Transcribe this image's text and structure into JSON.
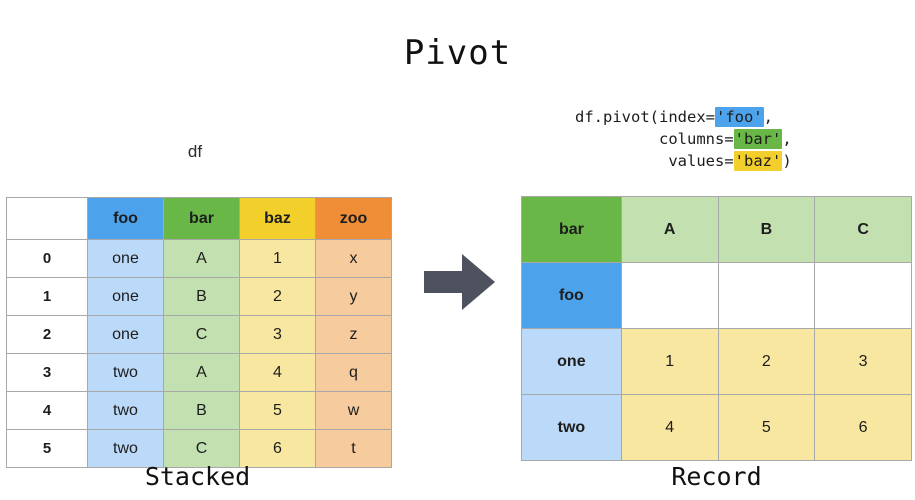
{
  "title": "Pivot",
  "df_label": "df",
  "code": {
    "line1_prefix": "df.pivot(index=",
    "line1_arg": "'foo'",
    "line1_suffix": ",",
    "line2_indent": "         ",
    "line2_prefix": "columns=",
    "line2_arg": "'bar'",
    "line2_suffix": ",",
    "line3_indent": "          ",
    "line3_prefix": "values=",
    "line3_arg": "'baz'",
    "line3_suffix": ")",
    "highlight_foo": "#4da2ec",
    "highlight_bar": "#68b747",
    "highlight_baz": "#f2cf2a"
  },
  "arrow": {
    "name": "right-arrow",
    "color": "#4d525e"
  },
  "stacked": {
    "caption": "Stacked",
    "corner_label": "",
    "columns": [
      "foo",
      "bar",
      "baz",
      "zoo"
    ],
    "index": [
      "0",
      "1",
      "2",
      "3",
      "4",
      "5"
    ],
    "rows": [
      [
        "one",
        "A",
        "1",
        "x"
      ],
      [
        "one",
        "B",
        "2",
        "y"
      ],
      [
        "one",
        "C",
        "3",
        "z"
      ],
      [
        "two",
        "A",
        "4",
        "q"
      ],
      [
        "two",
        "B",
        "5",
        "w"
      ],
      [
        "two",
        "C",
        "6",
        "t"
      ]
    ]
  },
  "record": {
    "caption": "Record",
    "columns_label": "bar",
    "index_label": "foo",
    "columns": [
      "A",
      "B",
      "C"
    ],
    "index": [
      "one",
      "two"
    ],
    "rows": [
      [
        "1",
        "2",
        "3"
      ],
      [
        "4",
        "5",
        "6"
      ]
    ]
  },
  "colors": {
    "foo_header": "#4da2ec",
    "bar_header": "#68b747",
    "baz_header": "#f2cf2a",
    "zoo_header": "#ef8e36",
    "foo_cell": "#bbd9f8",
    "bar_cell": "#c3e0b0",
    "baz_cell": "#f8e7a0",
    "zoo_cell": "#f6cc9e"
  }
}
